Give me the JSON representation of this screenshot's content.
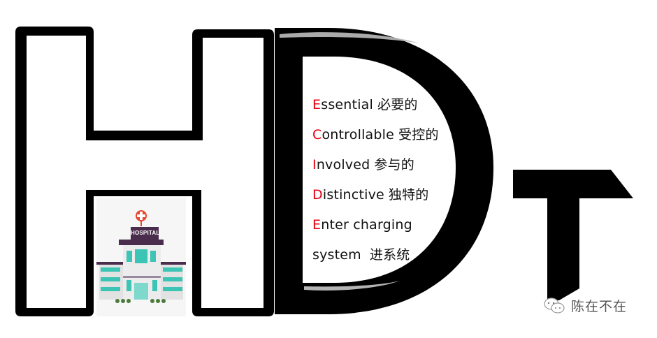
{
  "logo": {
    "letters": [
      "H",
      "D",
      "T"
    ],
    "colors": {
      "letter_stroke": "#000000",
      "accent_initial": "#e60012",
      "body_text": "#111111",
      "watermark_text": "#555555",
      "hospital_roof": "#4a2c4c",
      "hospital_windows": "#3cc4b4",
      "hospital_cross": "#e8452c"
    }
  },
  "hospital_image": {
    "sign_label": "HOSPITAL"
  },
  "acronym": {
    "items": [
      {
        "initial": "E",
        "rest": "ssential",
        "cn": "必要的"
      },
      {
        "initial": "C",
        "rest": "ontrollable",
        "cn": "受控的"
      },
      {
        "initial": "I",
        "rest": "nvolved",
        "cn": "参与的"
      },
      {
        "initial": "D",
        "rest": "istinctive",
        "cn": "独特的"
      },
      {
        "initial": "E",
        "rest": "nter charging",
        "cn": ""
      }
    ],
    "continuation": {
      "en": "system",
      "cn": "进系统"
    }
  },
  "watermark": {
    "icon": "wechat-icon",
    "text": "陈在不在"
  }
}
